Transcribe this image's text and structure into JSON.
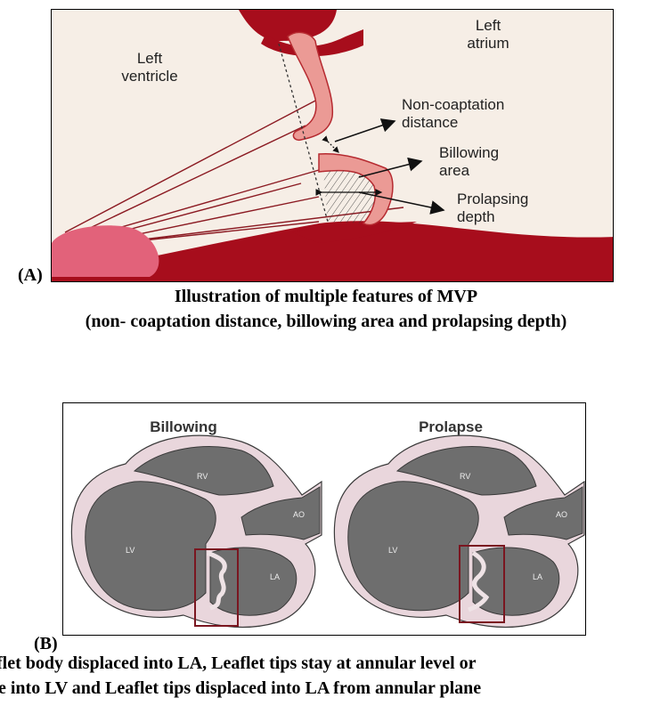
{
  "panel_a": {
    "label": "(A)",
    "left_ventricle": [
      "Left",
      "ventricle"
    ],
    "left_atrium": [
      "Left",
      "atrium"
    ],
    "non_coaptation": [
      "Non-coaptation",
      "distance"
    ],
    "billowing": [
      "Billowing",
      "area"
    ],
    "prolapsing": [
      "Prolapsing",
      "depth"
    ],
    "caption_line1": "Illustration of multiple features of MVP",
    "caption_line2": "(non- coaptation distance, billowing area and prolapsing depth)"
  },
  "panel_b": {
    "label": "(B)",
    "left_title": "Billowing",
    "right_title": "Prolapse",
    "chambers": {
      "rv": "RV",
      "lv": "LV",
      "ao": "AO",
      "la": "LA"
    },
    "caption_line1": "flet body displaced into LA, Leaflet tips stay at annular level or",
    "caption_line2": "e into LV and Leaflet tips displaced into LA from annular plane"
  },
  "colors": {
    "tissue": "#a70d1c",
    "leaflet": "#eb9a95",
    "leaflet_edge": "#b62a30",
    "papillary": "#e2627a",
    "heart_fill": "#707070",
    "heart_wall": "#e9d6dc",
    "box": "#7a1620"
  }
}
